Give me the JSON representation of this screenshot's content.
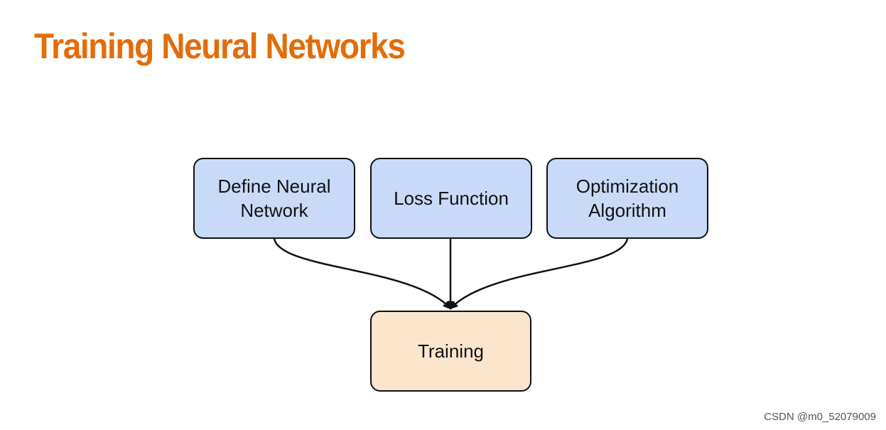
{
  "slide": {
    "title": "Training Neural Networks"
  },
  "diagram": {
    "nodes": [
      {
        "id": "define",
        "label": "Define Neural\nNetwork"
      },
      {
        "id": "loss",
        "label": "Loss Function"
      },
      {
        "id": "opt",
        "label": "Optimization\nAlgorithm"
      },
      {
        "id": "train",
        "label": "Training"
      }
    ],
    "edges": [
      {
        "from": "define",
        "to": "train"
      },
      {
        "from": "loss",
        "to": "train"
      },
      {
        "from": "opt",
        "to": "train"
      }
    ],
    "colors": {
      "input_fill": "#c9daf8",
      "output_fill": "#fce5cd",
      "title": "#e36c09",
      "stroke": "#111111"
    }
  },
  "watermark": "CSDN @m0_52079009"
}
